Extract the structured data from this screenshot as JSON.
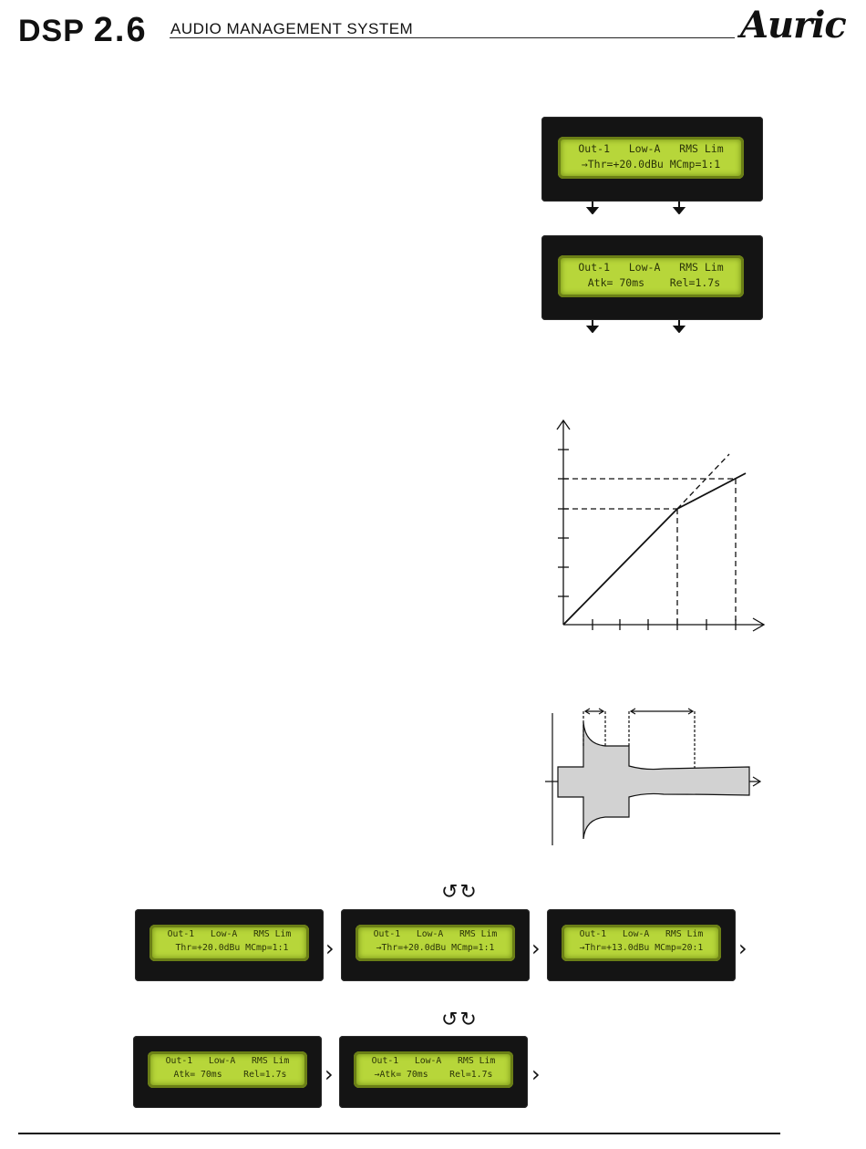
{
  "header": {
    "logo_text": "DSP",
    "version": "2.6",
    "title": "AUDIO MANAGEMENT SYSTEM",
    "brand": "Auric"
  },
  "lcd_top_1": {
    "line1": "Out-1   Low-A   RMS Lim",
    "line2": "→Thr=+20.0dBu MCmp=1:1"
  },
  "lcd_top_2": {
    "line1": "Out-1   Low-A   RMS Lim",
    "line2": " Atk= 70ms    Rel=1.7s"
  },
  "lcd_row1": [
    {
      "line1": "Out-1   Low-A   RMS Lim",
      "line2": " Thr=+20.0dBu MCmp=1:1"
    },
    {
      "line1": "Out-1   Low-A   RMS Lim",
      "line2": "→Thr=+20.0dBu MCmp=1:1"
    },
    {
      "line1": "Out-1   Low-A   RMS Lim",
      "line2": "→Thr=+13.0dBu MCmp=20:1"
    }
  ],
  "lcd_row2": [
    {
      "line1": "Out-1   Low-A   RMS Lim",
      "line2": " Atk= 70ms    Rel=1.7s"
    },
    {
      "line1": "Out-1   Low-A   RMS Lim",
      "line2": "→Atk= 70ms    Rel=1.7s"
    }
  ],
  "icons": {
    "chevron": "chevron-right-icon",
    "rotate": "rotate-encoder-icon"
  },
  "colors": {
    "lcd_background": "#b7d63a",
    "lcd_text": "#2b3408",
    "bezel": "#141414"
  }
}
